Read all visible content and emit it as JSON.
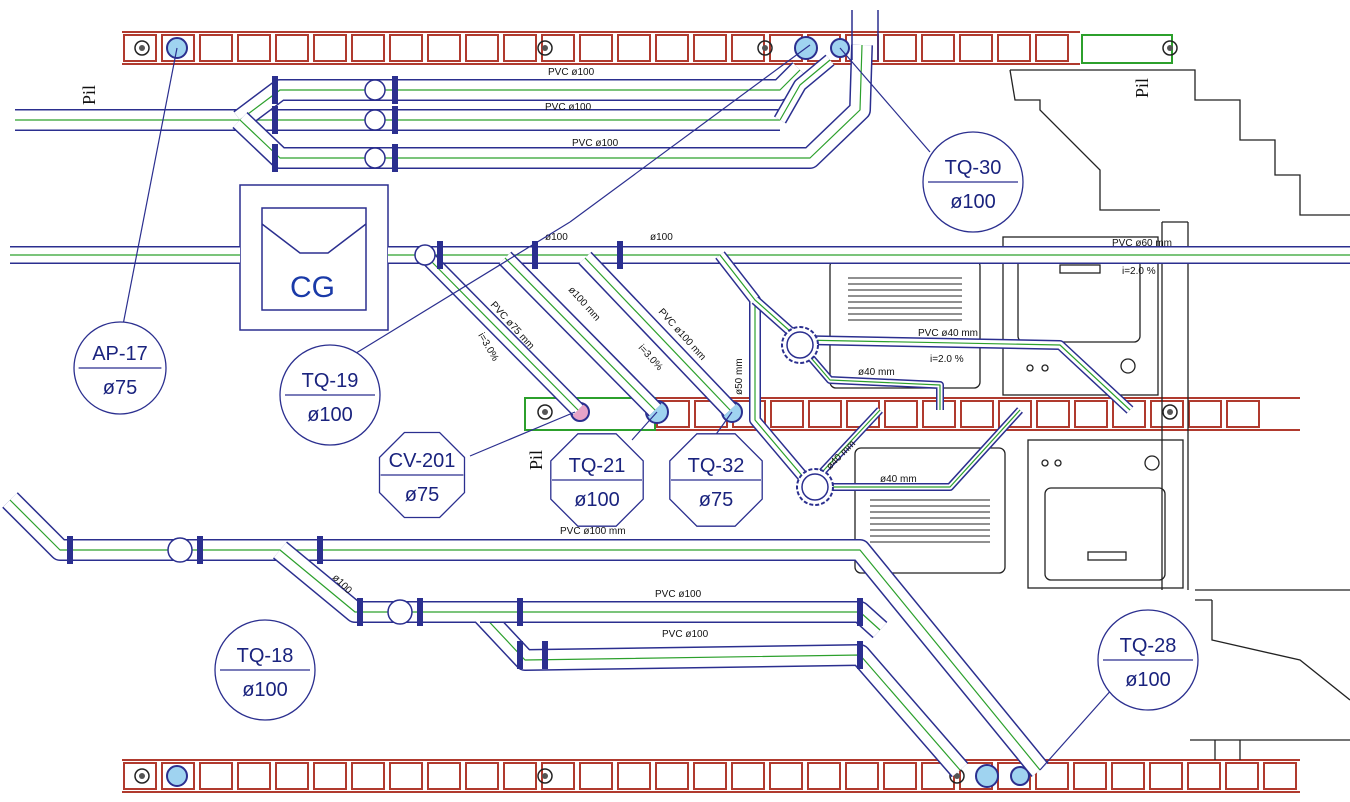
{
  "colors": {
    "wall": "#b03a2e",
    "pipe_outline": "#2b2f8f",
    "pipe_center": "#2ca02c",
    "tag_stroke": "#2b2f8f",
    "text": "#1a237e"
  },
  "equipment": {
    "cg_label": "CG"
  },
  "pillar_labels": [
    "Pil",
    "Pil",
    "Pil"
  ],
  "tags": [
    {
      "id": "AP-17",
      "size": "ø75",
      "shape": "circle"
    },
    {
      "id": "TQ-19",
      "size": "ø100",
      "shape": "circle"
    },
    {
      "id": "CV-201",
      "size": "ø75",
      "shape": "octagon"
    },
    {
      "id": "TQ-21",
      "size": "ø100",
      "shape": "octagon"
    },
    {
      "id": "TQ-32",
      "size": "ø75",
      "shape": "octagon"
    },
    {
      "id": "TQ-30",
      "size": "ø100",
      "shape": "circle"
    },
    {
      "id": "TQ-18",
      "size": "ø100",
      "shape": "circle"
    },
    {
      "id": "TQ-28",
      "size": "ø100",
      "shape": "circle"
    }
  ],
  "pipe_labels": [
    "PVC ø100",
    "PVC ø100",
    "PVC ø100",
    "ø100",
    "ø100",
    "PVC ø75 mm",
    "ø100 mm",
    "PVC ø100 mm",
    "i=3.0%",
    "i=3.0%",
    "ø50 mm",
    "PVC ø40 mm",
    "i=2.0 %",
    "PVC ø60 mm",
    "i=2.0 %",
    "ø40 mm",
    "ø40 mm",
    "ø40 mm",
    "PVC ø100 mm",
    "ø100",
    "PVC ø100",
    "PVC ø100"
  ]
}
